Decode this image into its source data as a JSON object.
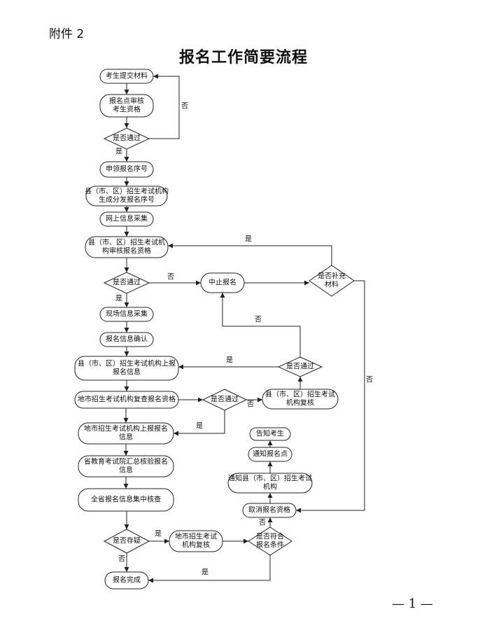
{
  "page_label": "附件 2",
  "title": "报名工作简要流程",
  "page_number": "— 1 —",
  "nodes": {
    "submit": [
      "考生提交材料"
    ],
    "review": [
      "报名点审核",
      "考生资格"
    ],
    "pass1": [
      "是否通过"
    ],
    "apply_seq": [
      "申领报名序号"
    ],
    "county_gen": [
      "县（市、区）招生考试机构",
      "生成分发报名序号"
    ],
    "online_info": [
      "网上信息采集"
    ],
    "county_review": [
      "县（市、区）招生考试机",
      "构审核报名资格"
    ],
    "pass2": [
      "是否通过"
    ],
    "suspend": [
      "中止报名"
    ],
    "supplement": [
      "是否补充",
      "材料"
    ],
    "onsite": [
      "现场信息采集"
    ],
    "confirm": [
      "报名信息确认"
    ],
    "county_report": [
      "县（市、区）招生考试机构上报",
      "报名信息"
    ],
    "pass3": [
      "是否通过"
    ],
    "city_recheck": [
      "地市招生考试机构复查报名资格"
    ],
    "pass4": [
      "是否通过"
    ],
    "county_recheck": [
      "县（市、区）招生考试",
      "机构复核"
    ],
    "city_report": [
      "地市招生考试机构上报报名",
      "信息"
    ],
    "province_verify": [
      "省教育考试院汇总核验报名",
      "信息"
    ],
    "province_check": [
      "全省报名信息集中核查"
    ],
    "doubt": [
      "是否存疑"
    ],
    "city_review": [
      "地市招生考试",
      "机构复核"
    ],
    "eligible": [
      "是否符合",
      "报名条件"
    ],
    "cancel": [
      "取消报名资格"
    ],
    "notify_county": [
      "通知县（市、区）招生考试",
      "机构"
    ],
    "notify_point": [
      "通知报名点"
    ],
    "inform": [
      "告知考生"
    ],
    "complete": [
      "报名完成"
    ]
  },
  "labels": {
    "yes": "是",
    "no": "否"
  }
}
